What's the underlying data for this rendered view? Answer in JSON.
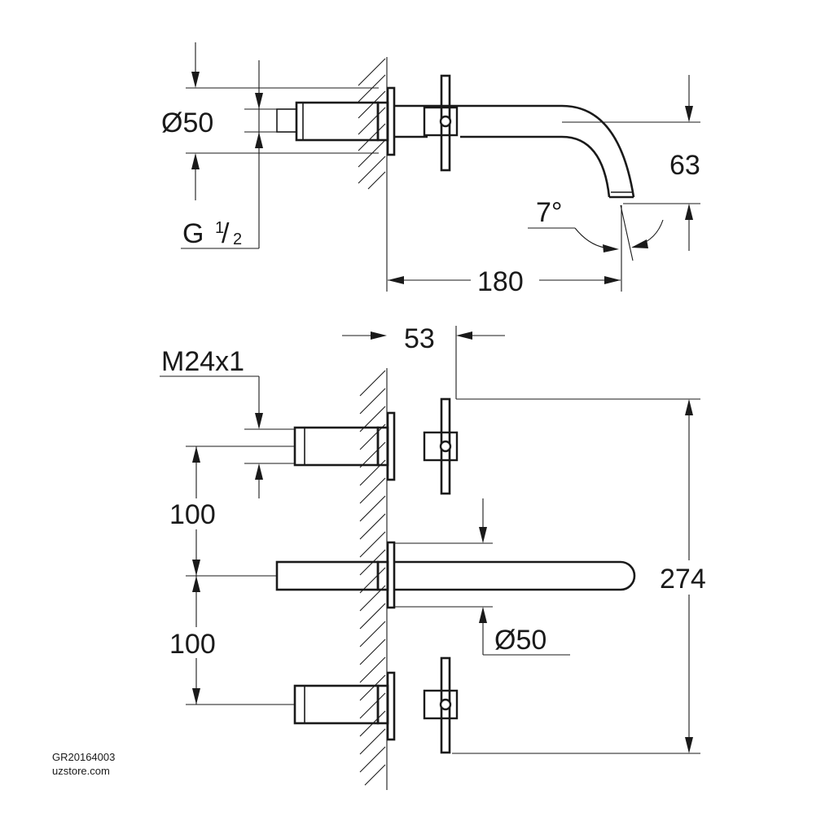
{
  "dimensions": {
    "outlet_diameter": "Ø50",
    "thread_g_main": "G",
    "thread_g_num": "1",
    "thread_g_den": "2",
    "spout_height": "63",
    "spout_angle": "7°",
    "spout_projection": "180",
    "handle_projection": "53",
    "handle_thread": "M24x1",
    "spacing_upper": "100",
    "spacing_lower": "100",
    "total_height": "274",
    "flange_diameter": "Ø50"
  },
  "footer": {
    "product_code": "GR20164003",
    "store": "uzstore.com"
  }
}
